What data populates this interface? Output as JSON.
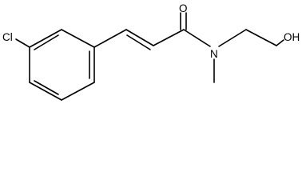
{
  "molecule": {
    "atom_labels": {
      "chlorine": "Cl",
      "carbonyl_oxygen": "O",
      "amide_nitrogen": "N",
      "hydroxyl": "OH"
    },
    "colors": {
      "bond": "#000000",
      "label": "#000000",
      "background": "#ffffff"
    }
  }
}
